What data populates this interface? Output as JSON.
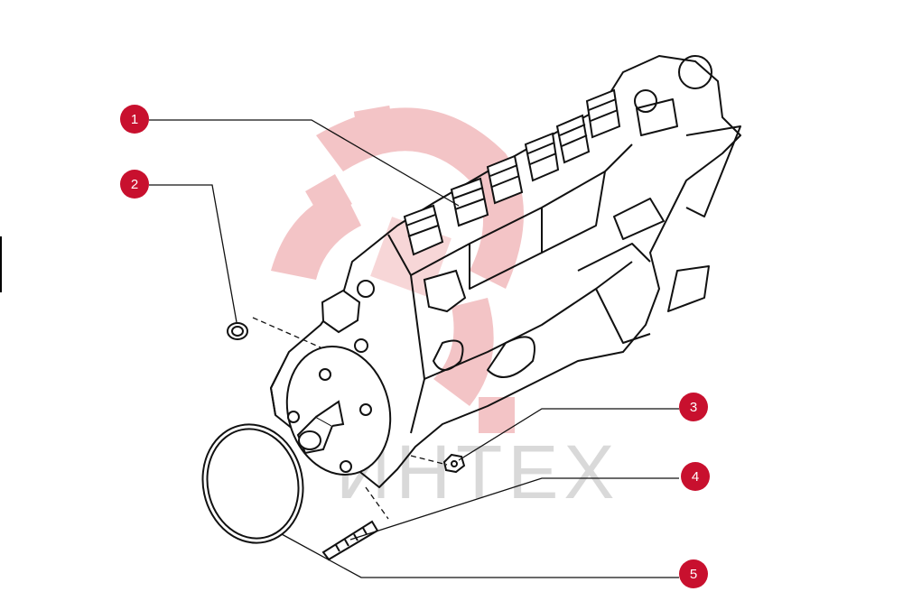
{
  "colors": {
    "callout": "#c8102e",
    "line": "#111111",
    "watermark_red": "#f3c4c6",
    "watermark_gray": "#d9d9d9"
  },
  "watermark": {
    "text": "ИНТЕХ"
  },
  "callouts": [
    {
      "number": "1"
    },
    {
      "number": "2"
    },
    {
      "number": "3"
    },
    {
      "number": "4"
    },
    {
      "number": "5"
    }
  ]
}
